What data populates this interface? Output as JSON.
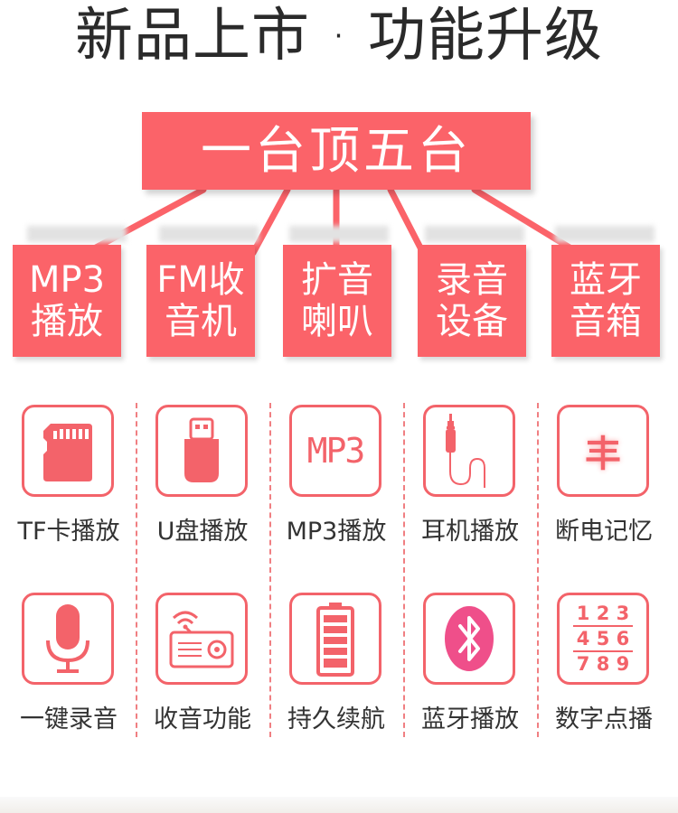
{
  "headline": "新品上市 · 功能升级",
  "banner": "一台顶五台",
  "modes": [
    {
      "line1": "MP3",
      "line2": "播放"
    },
    {
      "line1": "FM收",
      "line2": "音机"
    },
    {
      "line1": "扩音",
      "line2": "喇叭"
    },
    {
      "line1": "录音",
      "line2": "设备"
    },
    {
      "line1": "蓝牙",
      "line2": "音箱"
    }
  ],
  "features_row1": [
    {
      "label": "TF卡播放",
      "icon": "tf-card-icon"
    },
    {
      "label": "U盘播放",
      "icon": "usb-drive-icon"
    },
    {
      "label": "MP3播放",
      "icon": "mp3-icon",
      "icon_text": "MP3"
    },
    {
      "label": "耳机播放",
      "icon": "headphone-jack-icon"
    },
    {
      "label": "断电记忆",
      "icon": "chip-memory-icon",
      "icon_text": "丰"
    }
  ],
  "features_row2": [
    {
      "label": "一键录音",
      "icon": "microphone-icon"
    },
    {
      "label": "收音功能",
      "icon": "radio-icon"
    },
    {
      "label": "持久续航",
      "icon": "battery-icon"
    },
    {
      "label": "蓝牙播放",
      "icon": "bluetooth-icon"
    },
    {
      "label": "数字点播",
      "icon": "number-keypad-icon",
      "keypad": [
        "1 2 3",
        "4 5 6",
        "7 8 9"
      ]
    }
  ],
  "colors": {
    "accent": "#fb6369",
    "icon_stroke": "#f3636a",
    "text": "#333333"
  }
}
